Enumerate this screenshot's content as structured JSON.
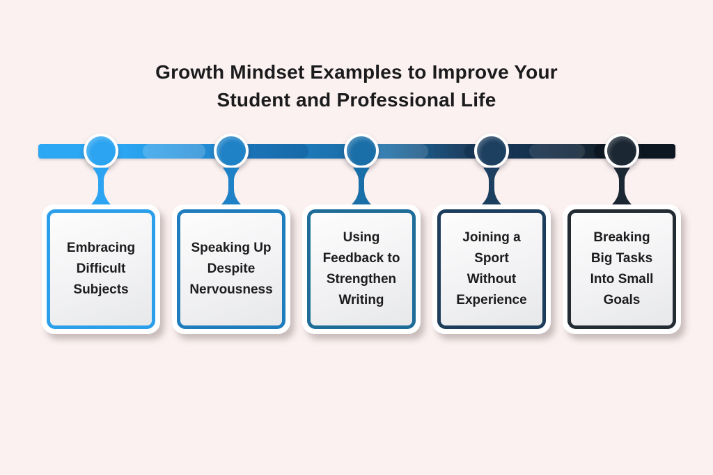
{
  "title": "Growth Mindset Examples to Improve Your\nStudent and Professional Life",
  "colors": {
    "background": "#fbf1f0",
    "title_text": "#1b1b1d",
    "card_background": "#ffffff",
    "card_text": "#1c1c1e"
  },
  "timeline": {
    "bar_gradient": [
      "#2ba7f3",
      "#2187cf",
      "#1b6fa9",
      "#1d3f60",
      "#15212c"
    ],
    "items": [
      {
        "label": "Embracing\nDifficult\nSubjects",
        "color": "#2b9fe9",
        "node_color": "#2ca4f1"
      },
      {
        "label": "Speaking Up\nDespite\nNervousness",
        "color": "#1f7dbe",
        "node_color": "#1f82c6"
      },
      {
        "label": "Using\nFeedback to\nStrengthen\nWriting",
        "color": "#1e6c98",
        "node_color": "#1b6fa8"
      },
      {
        "label": "Joining a\nSport\nWithout\nExperience",
        "color": "#1d3d5c",
        "node_color": "#1d3f60"
      },
      {
        "label": "Breaking\nBig Tasks\nInto Small\nGoals",
        "color": "#232b33",
        "node_color": "#1b2733"
      }
    ]
  }
}
